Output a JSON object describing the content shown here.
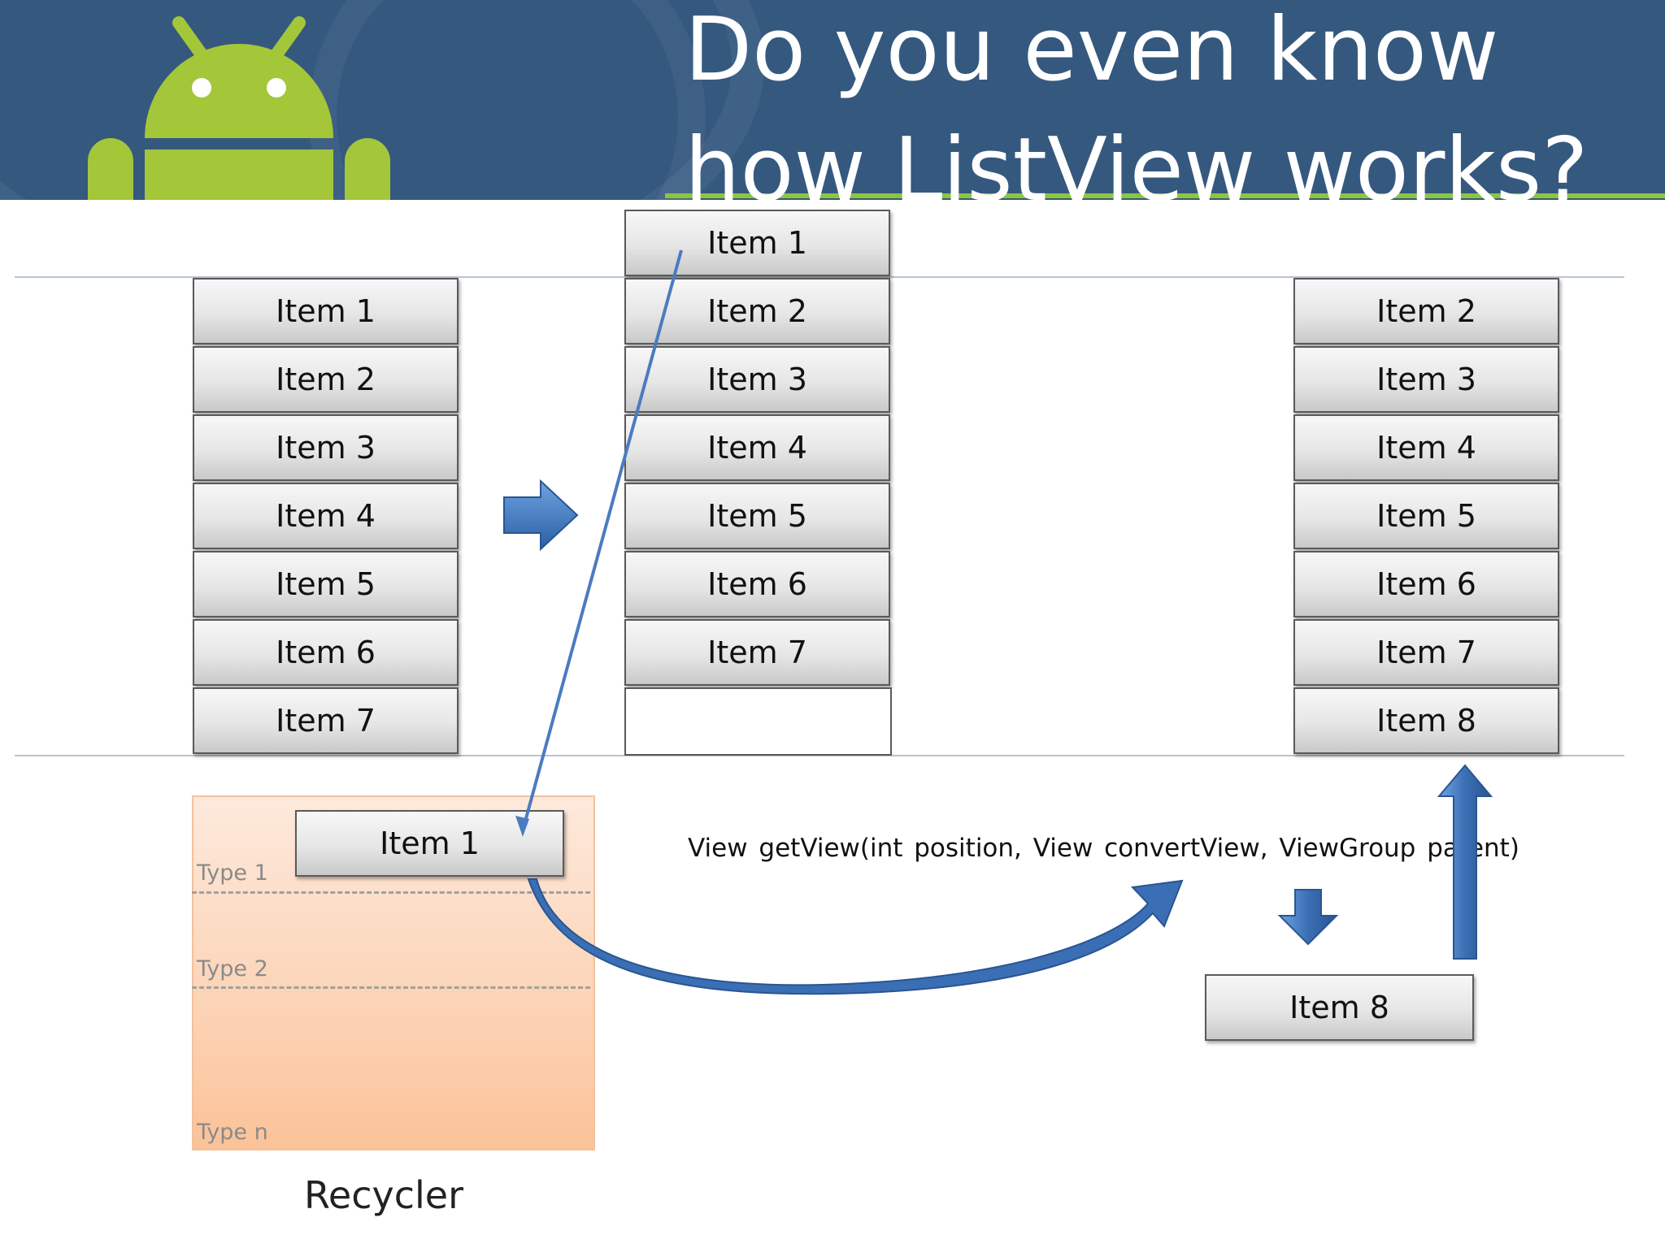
{
  "header": {
    "title": "Do you even know\nhow ListView works?",
    "background_color": "#35587f",
    "accent_line_color": "#8cc63f",
    "logo": "android-robot-logo",
    "logo_color": "#a4c639"
  },
  "diagram": {
    "left_list": [
      "Item 1",
      "Item 2",
      "Item 3",
      "Item 4",
      "Item 5",
      "Item 6",
      "Item 7"
    ],
    "middle_list": [
      "Item 1",
      "Item 2",
      "Item 3",
      "Item 4",
      "Item 5",
      "Item 6",
      "Item 7"
    ],
    "right_list": [
      "Item 2",
      "Item 3",
      "Item 4",
      "Item 5",
      "Item 6",
      "Item 7",
      "Item 8"
    ],
    "recycler": {
      "label": "Recycler",
      "item": "Item 1",
      "types": [
        "Type 1",
        "Type 2",
        "Type n"
      ]
    },
    "get_view_signature": "View getView(int position, View convertView, ViewGroup parent)",
    "new_item": "Item 8",
    "arrow_color": "#3a6fb5"
  }
}
